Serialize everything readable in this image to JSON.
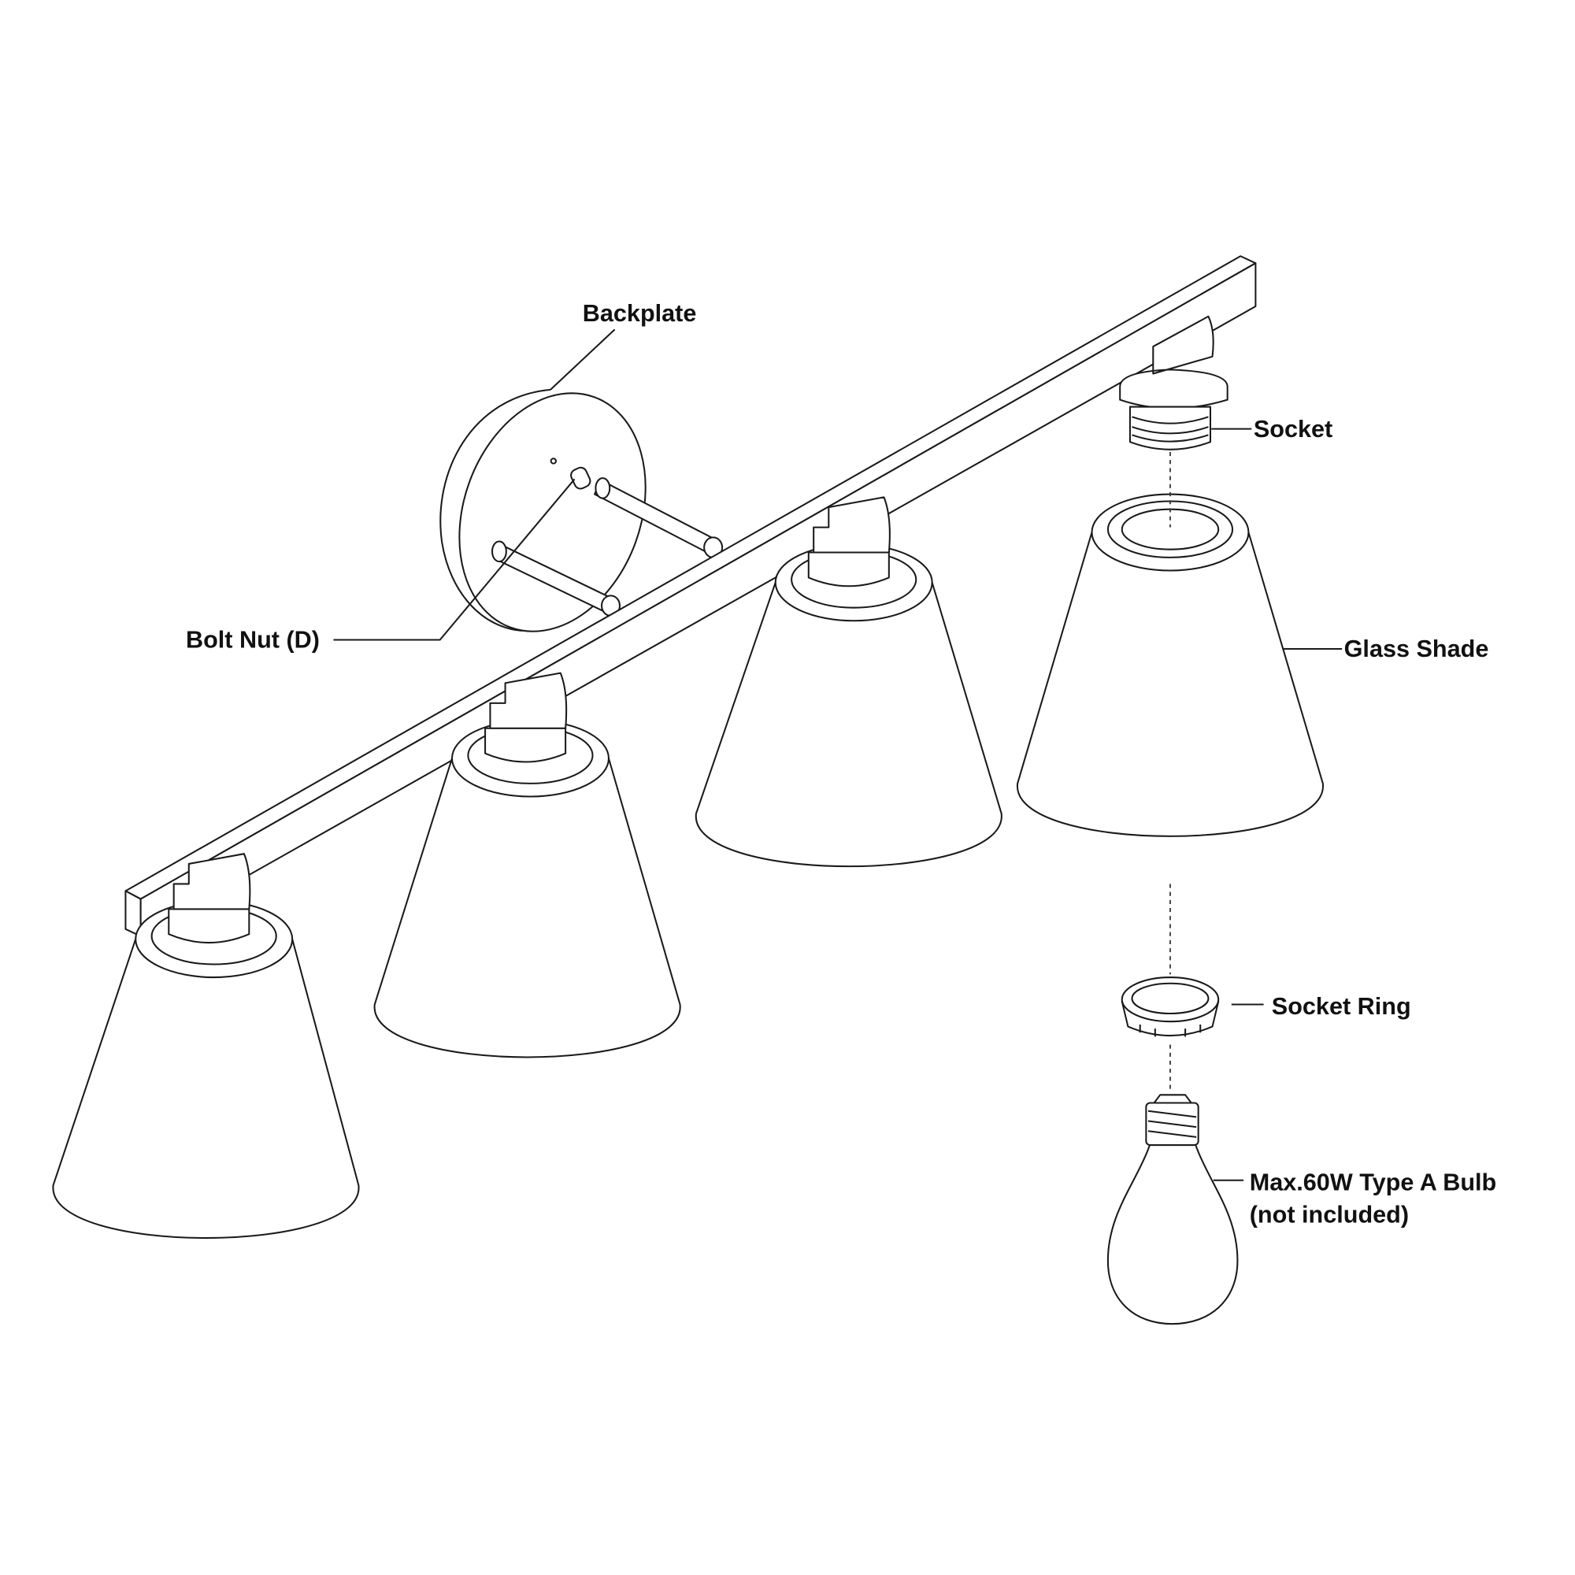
{
  "labels": {
    "backplate": "Backplate",
    "bolt_nut": "Bolt Nut (D)",
    "socket": "Socket",
    "glass_shade": "Glass Shade",
    "socket_ring": "Socket Ring",
    "bulb_line1": "Max.60W Type A Bulb",
    "bulb_line2": "(not included)"
  },
  "colors": {
    "line": "#1a1a1a",
    "background": "#ffffff"
  }
}
